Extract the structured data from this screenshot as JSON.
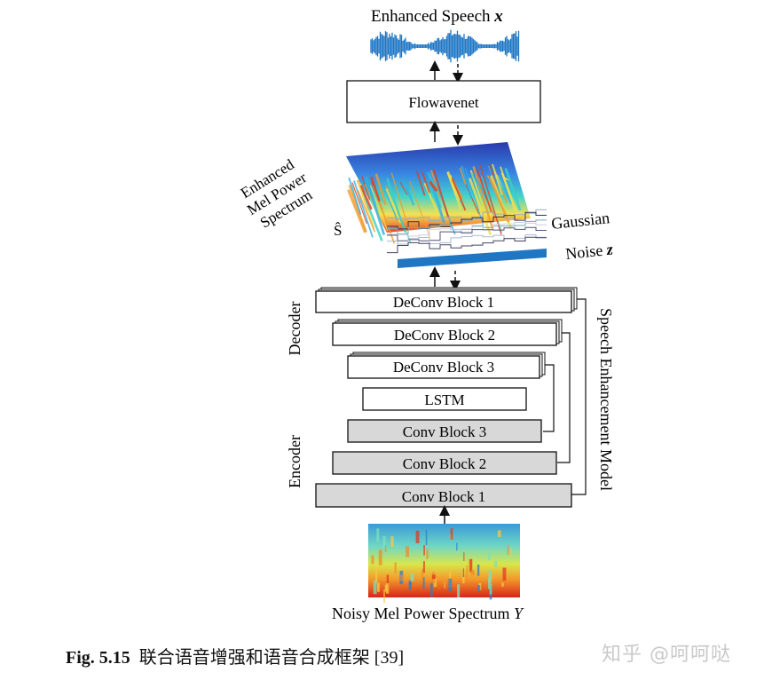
{
  "labels": {
    "enhanced_speech": "Enhanced Speech",
    "enhanced_speech_var": "x",
    "flowavenet": "Flowavenet",
    "mel_line1": "Enhanced",
    "mel_line2": "Mel Power",
    "mel_line3": "Spectrum",
    "mel_symbol": "Ŝ",
    "gaussian": "Gaussian",
    "noise": "Noise",
    "noise_var": "z",
    "decoder": "Decoder",
    "encoder": "Encoder",
    "model": "Speech Enhancement Model",
    "noisy_spectrum": "Noisy Mel Power Spectrum",
    "noisy_var": "Y"
  },
  "blocks": {
    "deconv1": "DeConv Block 1",
    "deconv2": "DeConv Block 2",
    "deconv3": "DeConv Block 3",
    "lstm": "LSTM",
    "conv3": "Conv Block 3",
    "conv2": "Conv Block 2",
    "conv1": "Conv Block 1"
  },
  "caption": {
    "fig": "Fig. 5.15",
    "text": "联合语音增强和语音合成框架 [39]"
  },
  "watermark": "知乎 @呵呵哒",
  "colors": {
    "waveform": "#1f77c4",
    "conv_fill": "#d8d8d8",
    "deconv_fill": "#ffffff"
  }
}
